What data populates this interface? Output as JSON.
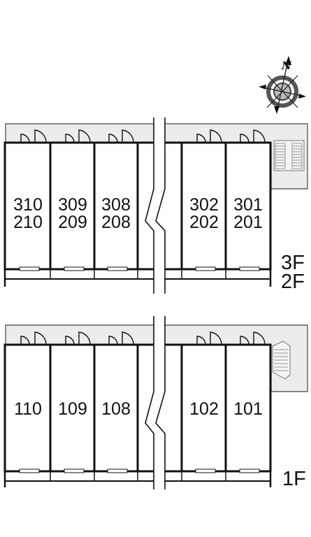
{
  "compass": {
    "letter": "N",
    "icon": "compass-rose-icon"
  },
  "upper_block": {
    "floor_labels": [
      "3F",
      "2F"
    ],
    "units": [
      {
        "top": "310",
        "bottom": "210"
      },
      {
        "top": "309",
        "bottom": "209"
      },
      {
        "top": "308",
        "bottom": "208"
      },
      {
        "top": "302",
        "bottom": "202"
      },
      {
        "top": "301",
        "bottom": "201"
      }
    ]
  },
  "lower_block": {
    "floor_labels": [
      "1F"
    ],
    "units": [
      {
        "top": "110"
      },
      {
        "top": "109"
      },
      {
        "top": "108"
      },
      {
        "top": "102"
      },
      {
        "top": "101"
      }
    ]
  },
  "colors": {
    "corridor": "#ececec",
    "wall": "#111111",
    "stairs": "#9a9a9a"
  }
}
